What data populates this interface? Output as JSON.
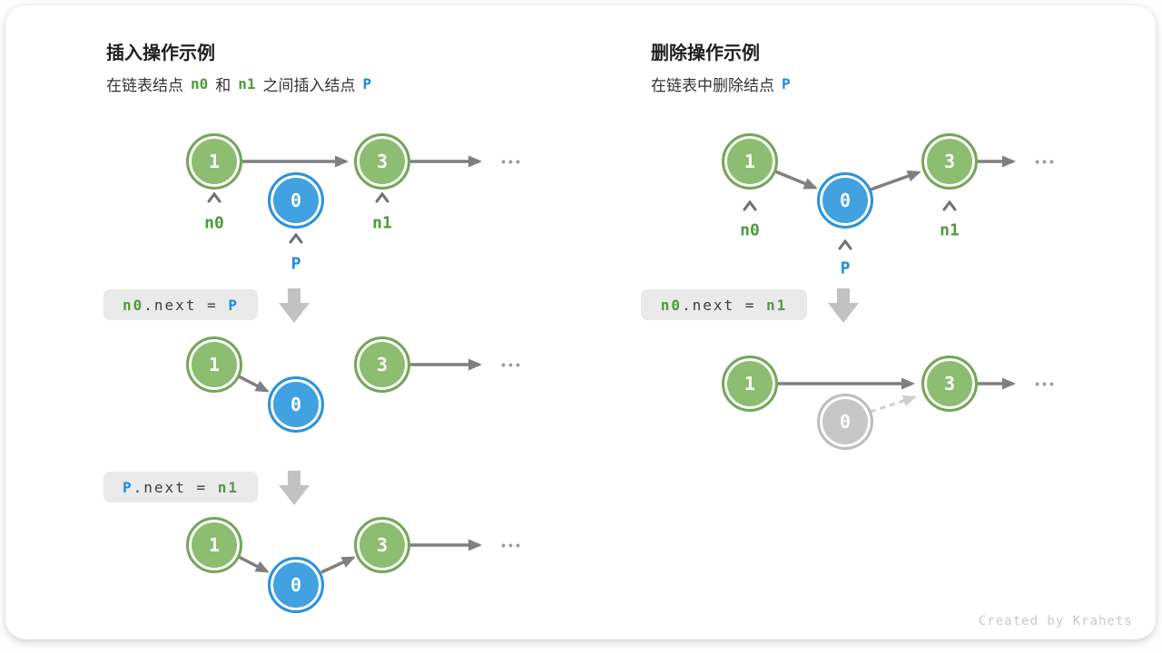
{
  "ui": {
    "ellipsis": "•••"
  },
  "insert_panel": {
    "title": "插入操作示例",
    "subtitle": {
      "prefix": "在链表结点",
      "n0": "n0",
      "middle": "和",
      "n1": "n1",
      "suffix": "之间插入结点",
      "p": "P"
    },
    "code_step1": {
      "lhs": "n0",
      "op": ".next = ",
      "rhs": "P"
    },
    "code_step2": {
      "lhs": "P",
      "op": ".next = ",
      "rhs": "n1"
    },
    "d1": {
      "v1": "1",
      "v3": "3",
      "vp": "0",
      "label_n0": "n0",
      "label_n1": "n1",
      "label_p": "P"
    },
    "d2": {
      "v1": "1",
      "vp": "0",
      "v3": "3"
    },
    "d3": {
      "v1": "1",
      "vp": "0",
      "v3": "3"
    }
  },
  "delete_panel": {
    "title": "删除操作示例",
    "subtitle": {
      "prefix": "在链表中删除结点",
      "p": "P"
    },
    "code_step1": {
      "lhs": "n0",
      "op": ".next = ",
      "rhs": "n1"
    },
    "d1": {
      "v1": "1",
      "vp": "0",
      "v3": "3",
      "label_n0": "n0",
      "label_n1": "n1",
      "label_p": "P"
    },
    "d2": {
      "v1": "1",
      "v0": "0",
      "v3": "3"
    }
  },
  "footer": {
    "credit": "Created by Krahets"
  },
  "colors": {
    "node_green_fill": "#8CBD70",
    "node_green_border": "#74A65A",
    "node_blue_fill": "#41A1E1",
    "node_blue_border": "#2D93D8",
    "node_gray_fill": "#C7C7C7",
    "node_gray_border": "#BDBDBD",
    "token_green": "#4E9B3D",
    "token_blue": "#1E88E5",
    "arrow_gray": "#7F7F7F",
    "arrow_light": "#CFCFCF",
    "block_arrow": "#C2C2C2",
    "code_bg": "#EAEAEA"
  }
}
